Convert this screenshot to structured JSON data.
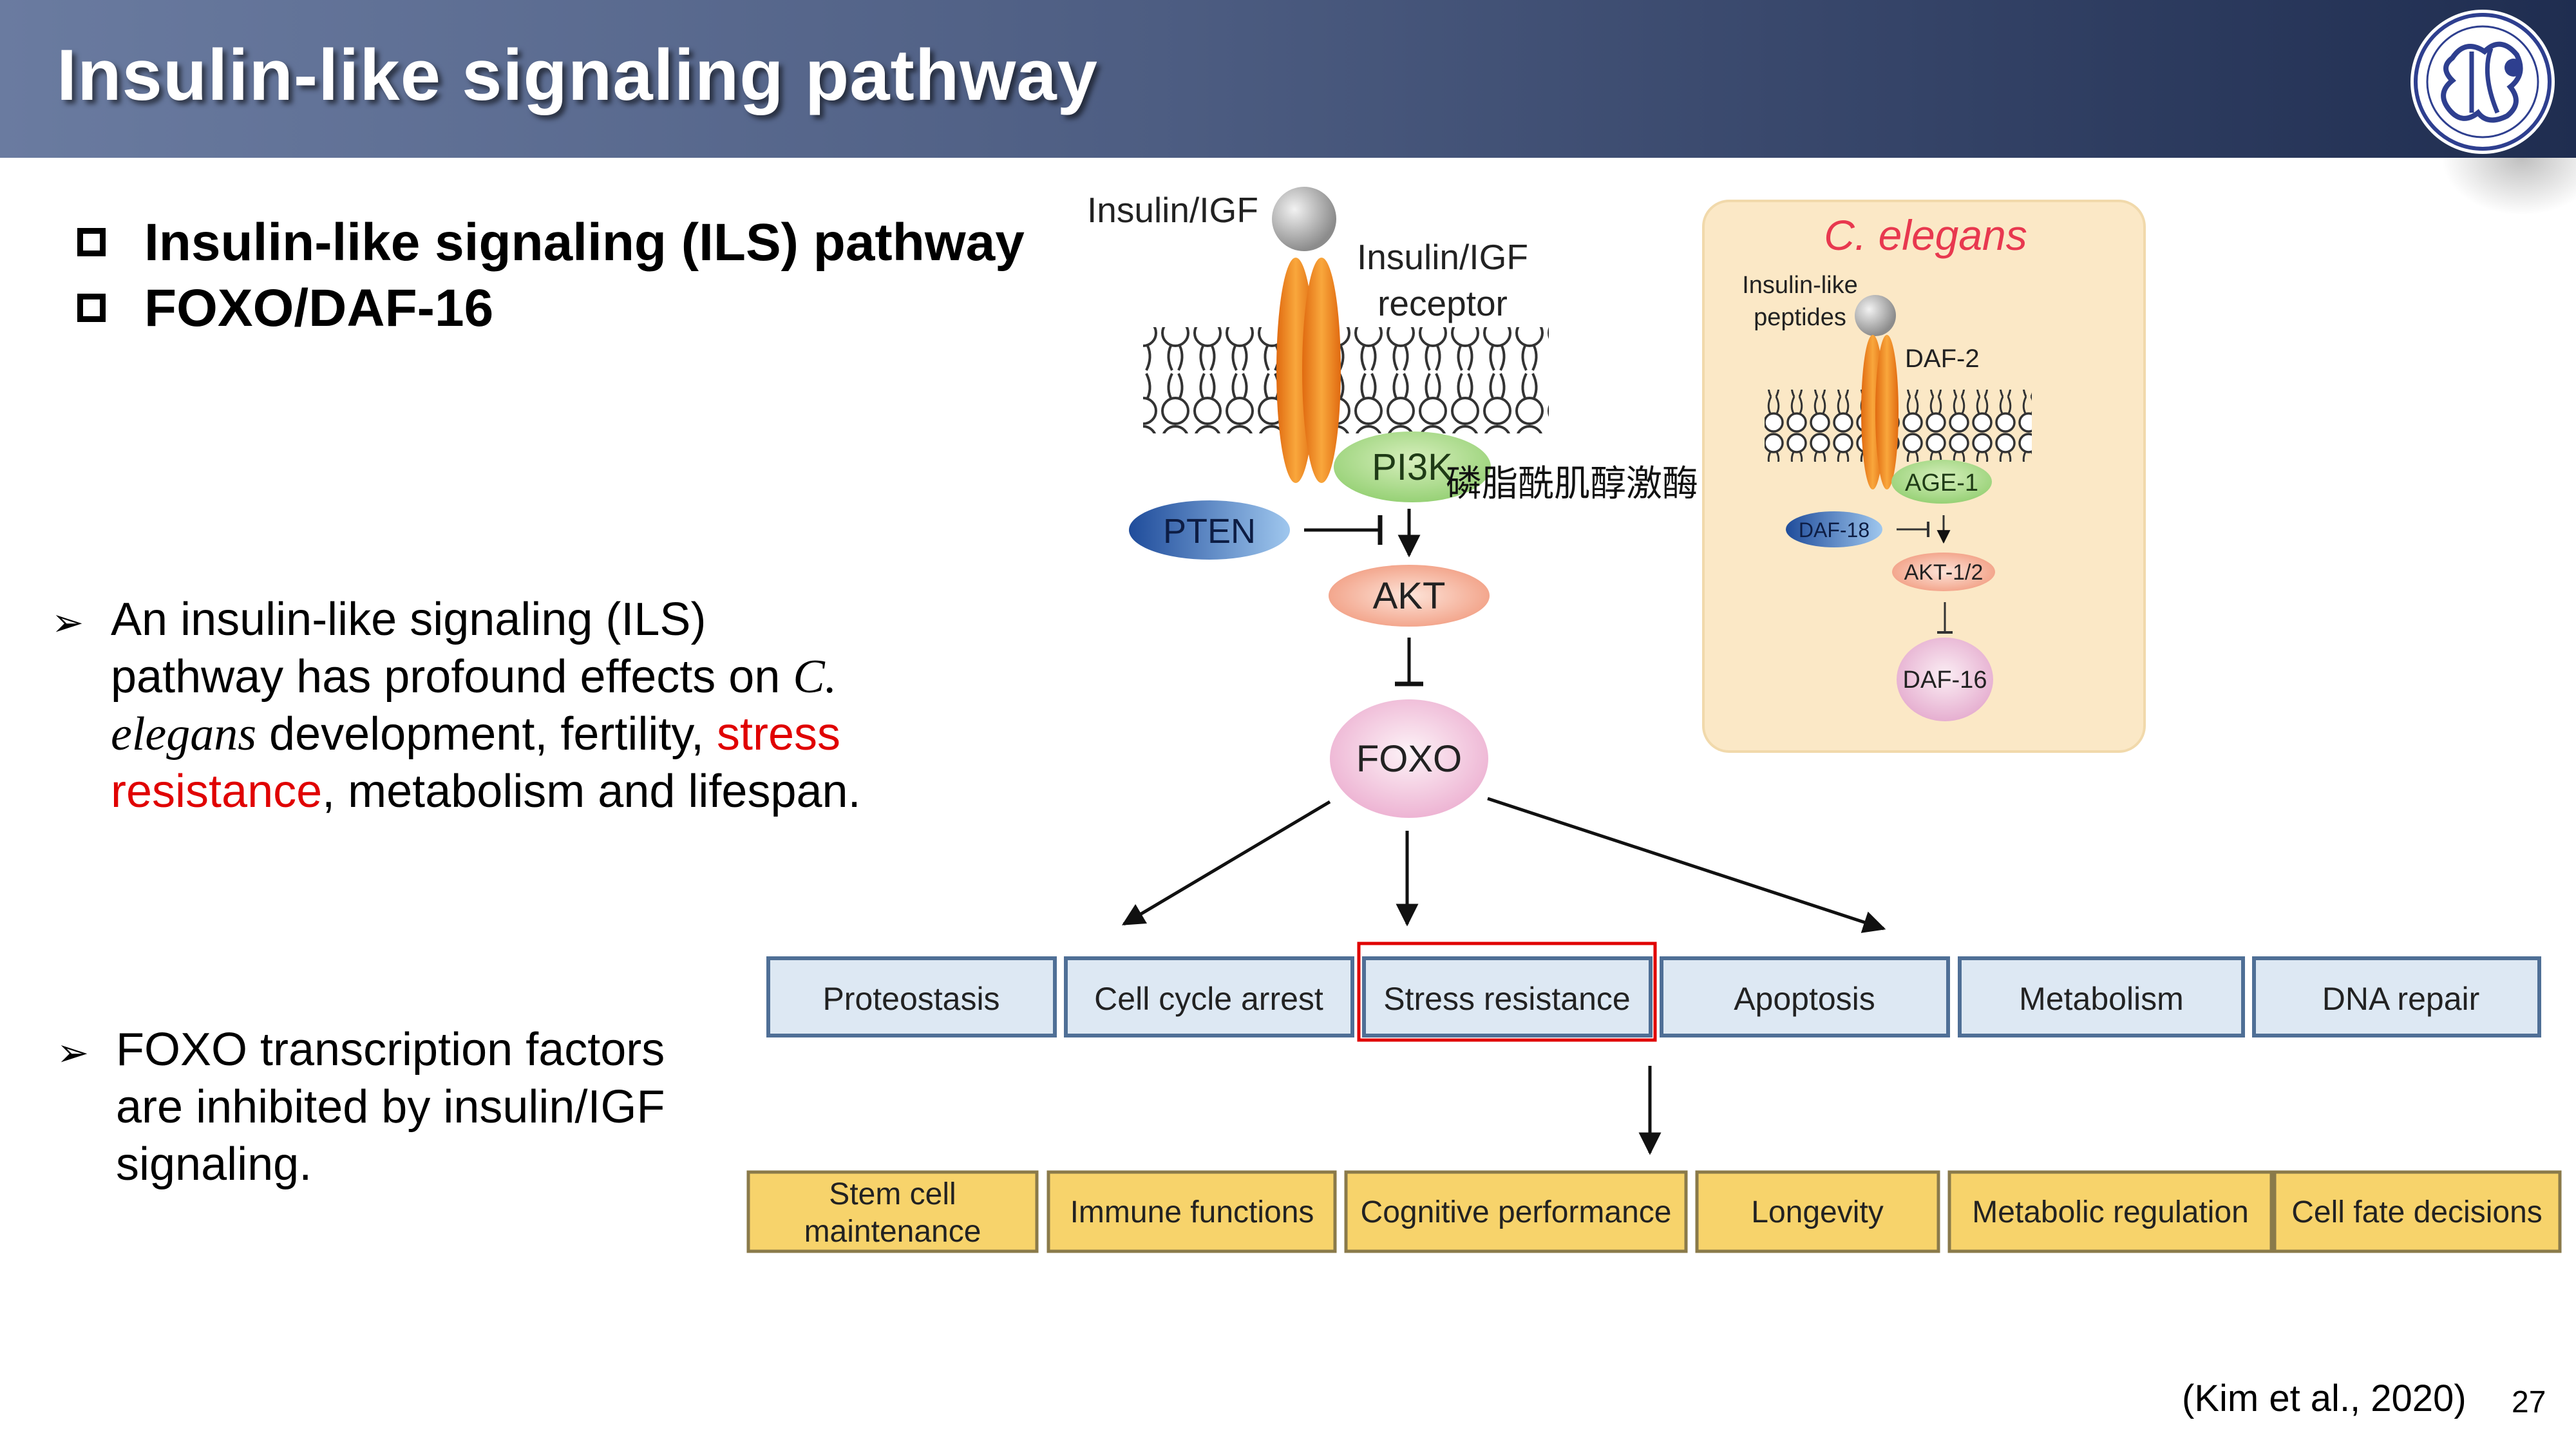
{
  "header": {
    "title": "Insulin-like signaling pathway"
  },
  "bullets": [
    "Insulin-like signaling (ILS) pathway",
    "FOXO/DAF-16"
  ],
  "paragraph1": {
    "t1": "An insulin-like signaling (ILS)",
    "t2": "pathway has profound effects on ",
    "t2_italic": "C.",
    "t3_italic": "elegans",
    "t3": " development, fertility, ",
    "t3_red": "stress",
    "t4_red": "resistance",
    "t4": ", metabolism and lifespan."
  },
  "paragraph2": {
    "t1": "FOXO transcription factors",
    "t2": "are inhibited by insulin/IGF",
    "t3": "signaling."
  },
  "diagram": {
    "ligand": "Insulin/IGF",
    "receptor_l1": "Insulin/IGF",
    "receptor_l2": "receptor",
    "pi3k": "PI3K",
    "pi3k_cn": "磷脂酰肌醇激酶",
    "pten": "PTEN",
    "akt": "AKT",
    "foxo": "FOXO",
    "outcomes": [
      "Proteostasis",
      "Cell cycle arrest",
      "Stress resistance",
      "Apoptosis",
      "Metabolism",
      "DNA repair"
    ],
    "effects": [
      "Stem cell",
      "maintenance",
      "Immune functions",
      "Cognitive performance",
      "Longevity",
      "Metabolic regulation",
      "Cell fate decisions"
    ]
  },
  "celegans": {
    "title": "C. elegans",
    "ligand_l1": "Insulin-like",
    "ligand_l2": "peptides",
    "receptor": "DAF-2",
    "age1": "AGE-1",
    "daf18": "DAF-18",
    "akt": "AKT-1/2",
    "daf16": "DAF-16"
  },
  "citation": "(Kim et al., 2020)",
  "page_number": "27",
  "colors": {
    "outcome_fill": "#dde8f3",
    "outcome_border": "#4f6f96",
    "effect_fill": "#f7d36b",
    "highlight": "#e00000",
    "receptor": "#f08a1e",
    "panel": "#fbe8c6"
  }
}
